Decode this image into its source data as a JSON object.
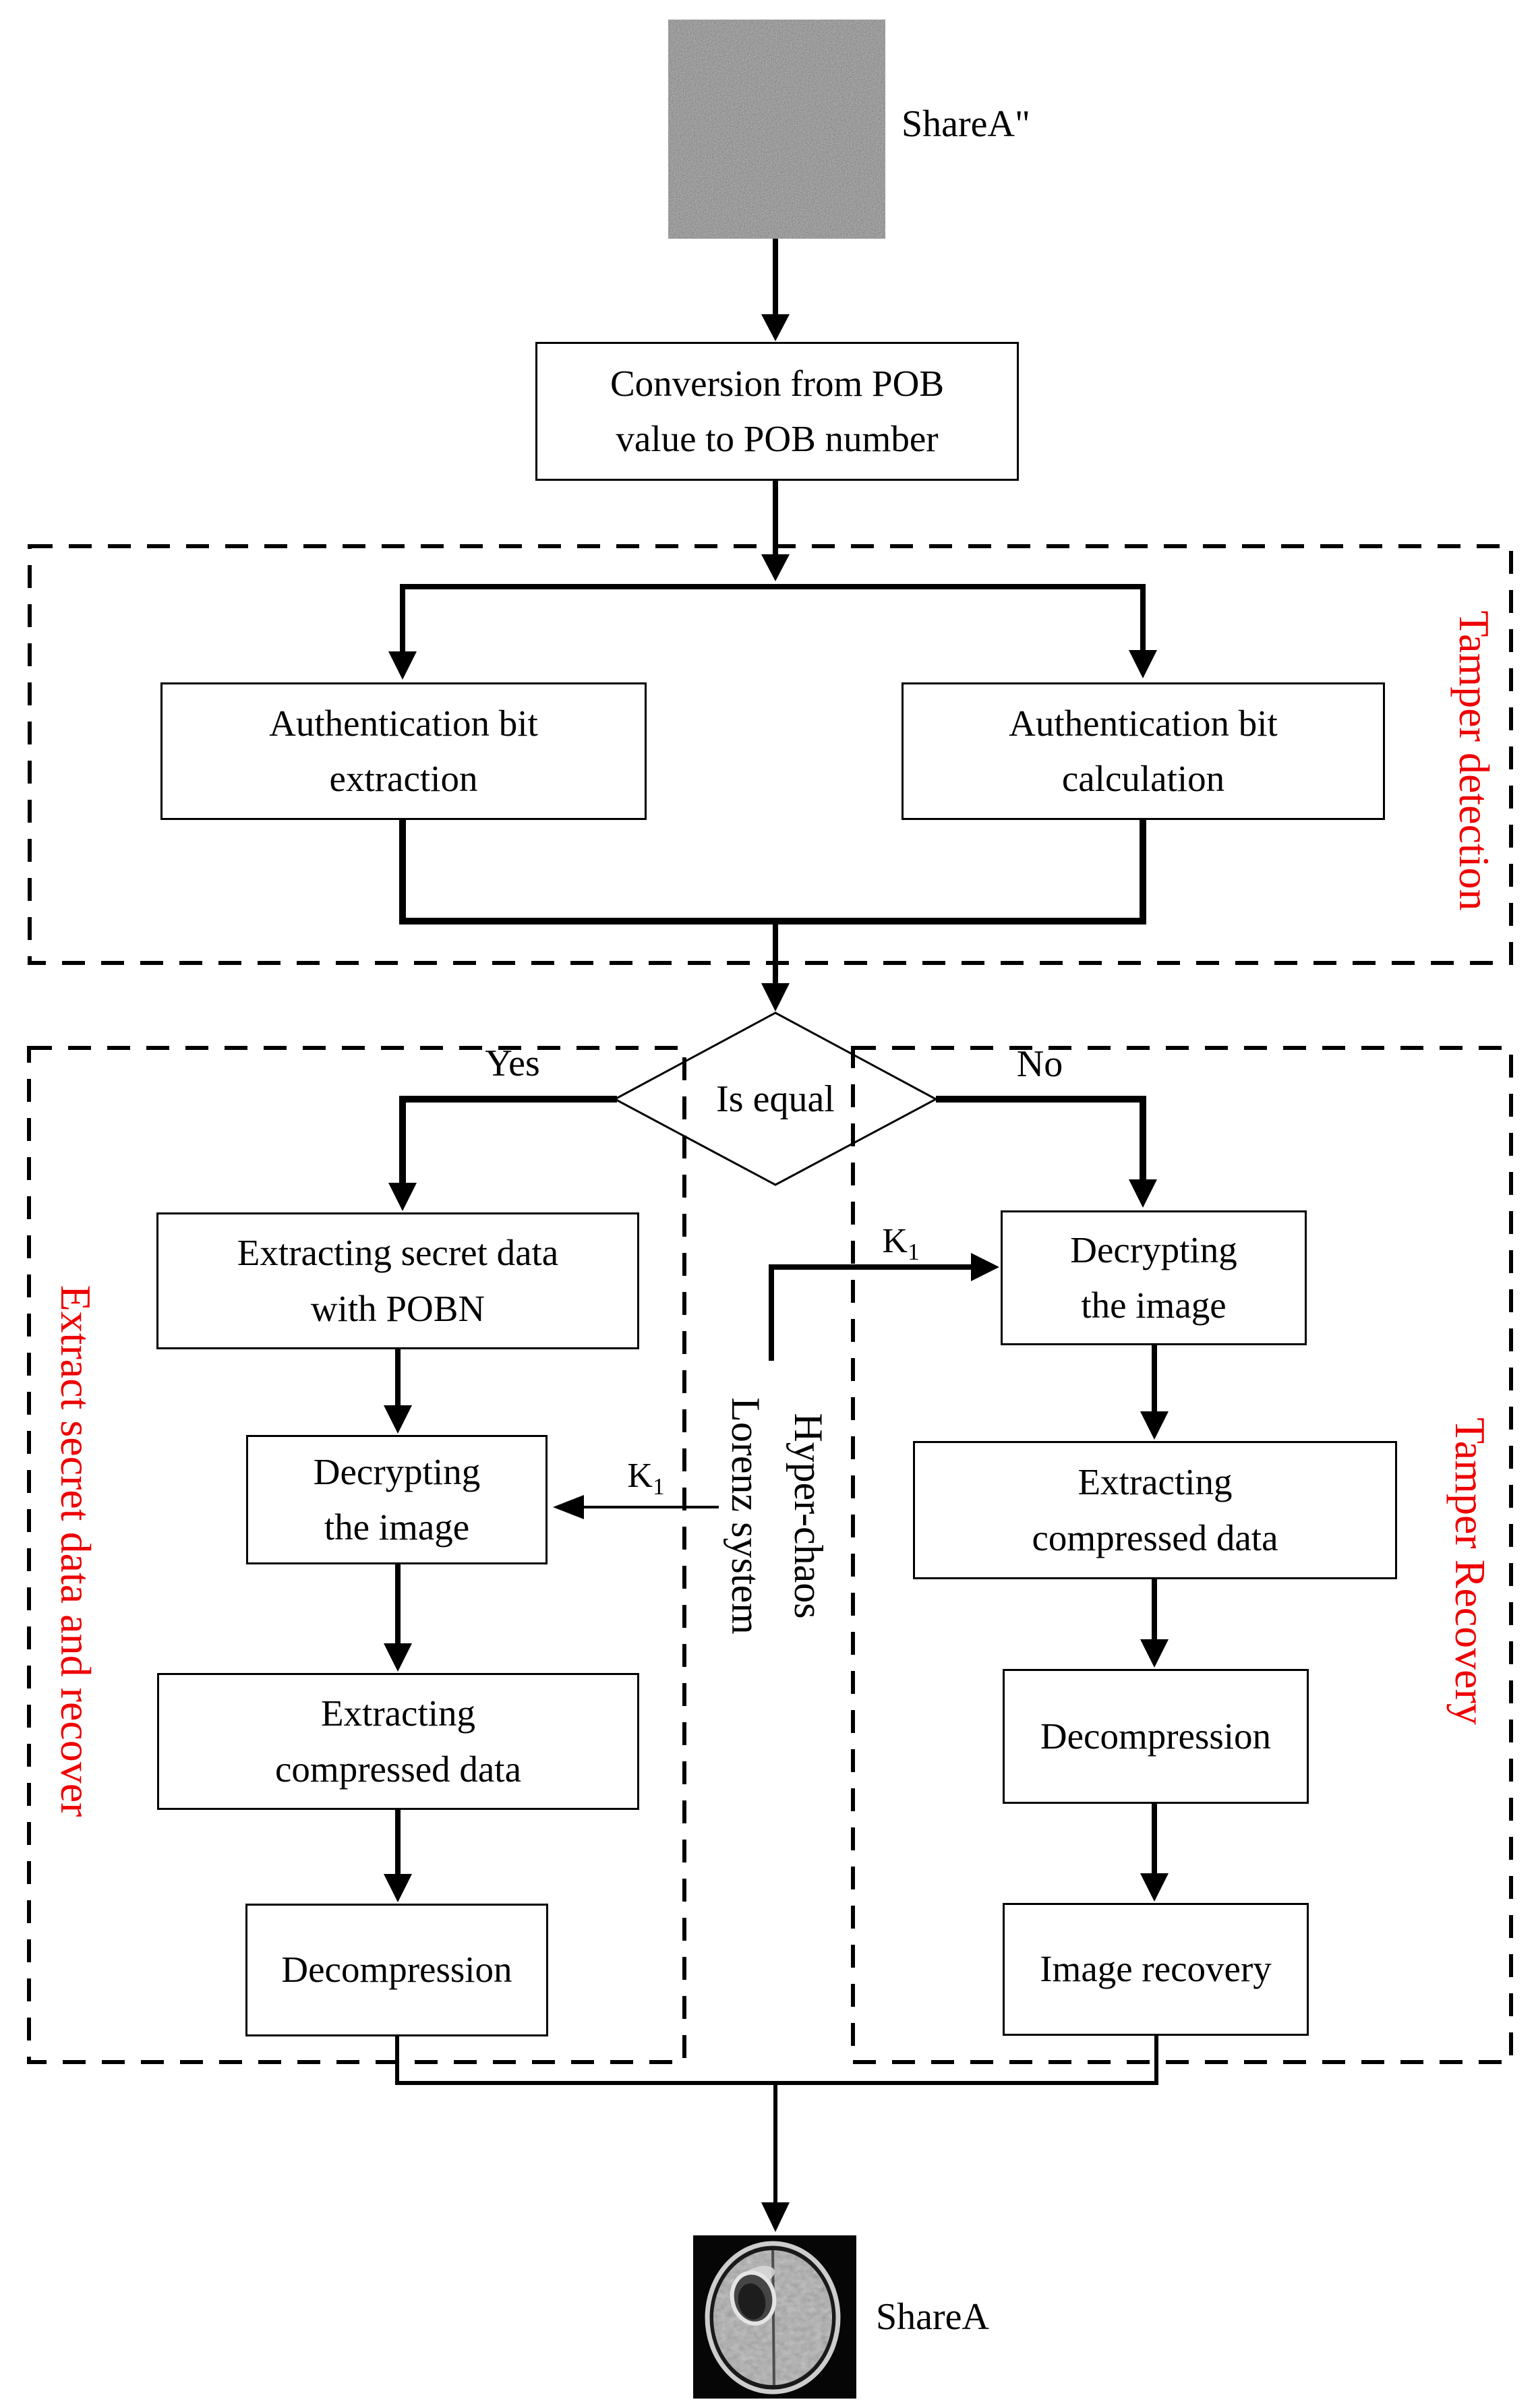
{
  "labels": {
    "top_image": "ShareA\"",
    "bottom_image": "ShareA",
    "yes": "Yes",
    "no": "No",
    "decision": "Is equal",
    "key_base": "K",
    "key_sub": "1"
  },
  "regions": {
    "tamper_detection": "Tamper detection",
    "extract_secret_data_and_recover": "Extract secret data and recover",
    "tamper_recovery": "Tamper Recovery"
  },
  "key_source": {
    "line1": "Hyper-chaos",
    "line2": "Lorenz system"
  },
  "boxes": {
    "conversion": {
      "line1": "Conversion from POB",
      "line2": "value to POB number"
    },
    "auth_bit_extraction": {
      "line1": "Authentication bit",
      "line2": "extraction"
    },
    "auth_bit_calculation": {
      "line1": "Authentication bit",
      "line2": "calculation"
    },
    "extracting_secret_data": {
      "line1": "Extracting secret data",
      "line2": "with POBN"
    },
    "decrypting_the_image": {
      "line1": "Decrypting",
      "line2": "the image"
    },
    "extracting_compressed_data": {
      "line1": "Extracting",
      "line2": "compressed data"
    },
    "decompression": {
      "line1": "Decompression"
    },
    "image_recovery": {
      "line1": "Image recovery"
    }
  },
  "colors": {
    "region_label": "#ee0000",
    "line": "#000000",
    "background": "#ffffff"
  },
  "images": {
    "noise_share": "noisy-gray-share-image",
    "brain_mri": "brain-mri-axial-slice"
  }
}
